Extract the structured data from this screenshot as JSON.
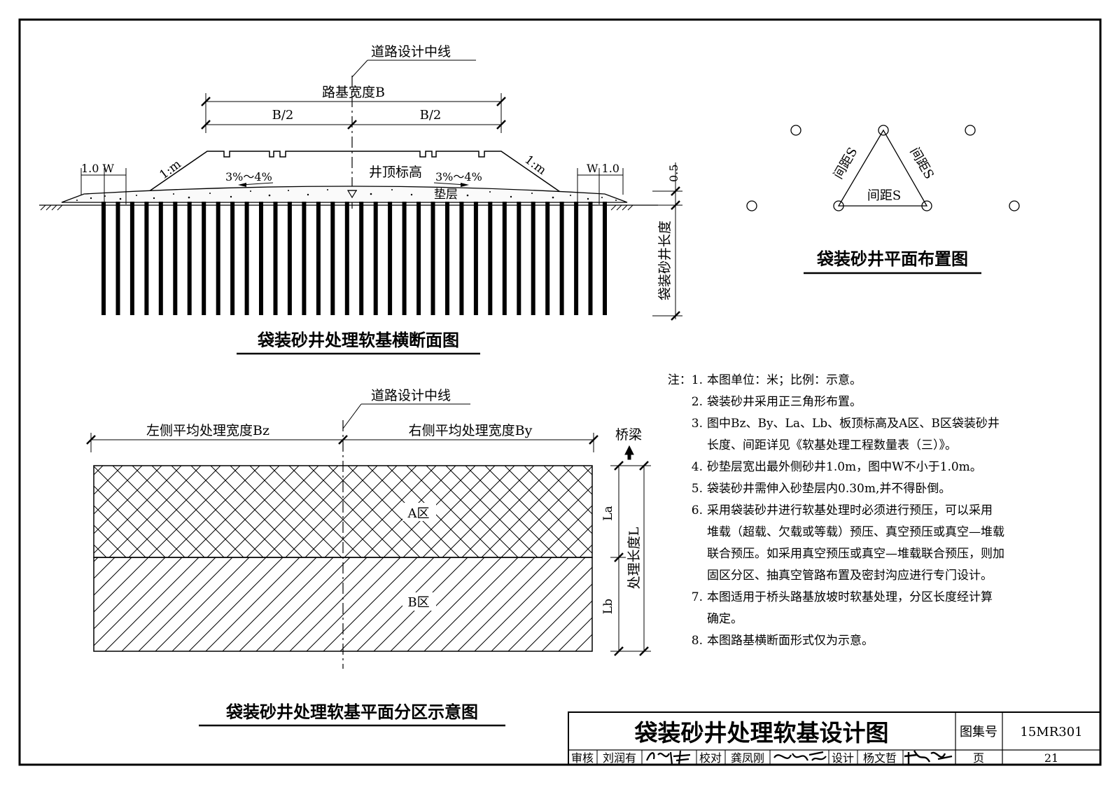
{
  "cross_section": {
    "centerline_label": "道路设计中线",
    "width_label": "路基宽度B",
    "half_left": "B/2",
    "half_right": "B/2",
    "slope_left": "1:m",
    "slope_right": "1:m",
    "edge_left": "1.0 W",
    "edge_right": "W 1.0",
    "crossfall_left": "3%～4%",
    "crossfall_right": "3%～4%",
    "top_elev_label": "井顶标高",
    "cushion_label": "垫层",
    "cushion_thickness": "0.5",
    "well_length_label": "袋装砂井长度",
    "title": "袋装砂井处理软基横断面图"
  },
  "layout_plan": {
    "spacing_left": "间距S",
    "spacing_right": "间距S",
    "spacing_bottom": "间距S",
    "title": "袋装砂井平面布置图"
  },
  "zone_plan": {
    "centerline_label": "道路设计中线",
    "left_width": "左侧平均处理宽度Bz",
    "right_width": "右侧平均处理宽度By",
    "bridge_label": "桥梁",
    "zone_a": "A区",
    "zone_b": "B区",
    "la": "La",
    "lb": "Lb",
    "length_label": "处理长度L",
    "title": "袋装砂井处理软基平面分区示意图"
  },
  "notes": {
    "lead": "注：1.",
    "items": [
      {
        "num": "",
        "lines": [
          "本图单位：米；比例：示意。"
        ]
      },
      {
        "num": "2.",
        "lines": [
          "袋装砂井采用正三角形布置。"
        ]
      },
      {
        "num": "3.",
        "lines": [
          "图中Bz、By、La、Lb、板顶标高及A区、B区袋装砂井",
          "长度、间距详见《软基处理工程数量表（三）》。"
        ]
      },
      {
        "num": "4.",
        "lines": [
          "砂垫层宽出最外侧砂井1.0m，图中W不小于1.0m。"
        ]
      },
      {
        "num": "5.",
        "lines": [
          "袋装砂井需伸入砂垫层内0.30m,并不得卧倒。"
        ]
      },
      {
        "num": "6.",
        "lines": [
          "采用袋装砂井进行软基处理时必须进行预压，可以采用",
          "堆载（超载、欠载或等载）预压、真空预压或真空—堆载",
          "联合预压。如采用真空预压或真空—堆载联合预压，则加",
          "固区分区、抽真空管路布置及密封沟应进行专门设计。"
        ]
      },
      {
        "num": "7.",
        "lines": [
          "本图适用于桥头路基放坡时软基处理，分区长度经计算",
          "确定。"
        ]
      },
      {
        "num": "8.",
        "lines": [
          "本图路基横断面形式仅为示意。"
        ]
      }
    ]
  },
  "title_block": {
    "drawing_title": "袋装砂井处理软基设计图",
    "atlas_label": "图集号",
    "atlas_no": "15MR301",
    "review_label": "审核",
    "reviewer": "刘润有",
    "check_label": "校对",
    "checker": "龚凤刚",
    "design_label": "设计",
    "designer": "杨文哲",
    "page_label": "页",
    "page_no": "21"
  }
}
